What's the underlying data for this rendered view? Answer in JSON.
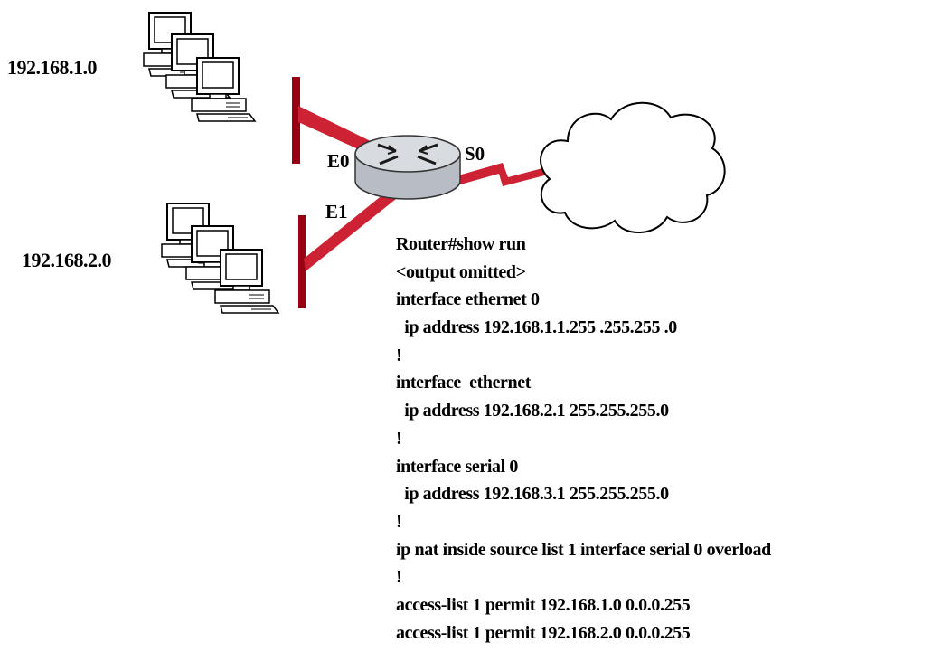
{
  "networks": {
    "lan1": "192.168.1.0",
    "lan2": "192.168.2.0"
  },
  "interfaces": {
    "e0": "E0",
    "e1": "E1",
    "s0": "S0"
  },
  "config_lines": [
    "Router#show run",
    "<output omitted>",
    "interface ethernet 0",
    "  ip address 192.168.1.1.255 .255.255 .0",
    "!",
    "interface  ethernet",
    "  ip address 192.168.2.1 255.255.255.0",
    "!",
    "interface serial 0",
    "  ip address 192.168.3.1 255.255.255.0",
    "!",
    "ip nat inside source list 1 interface serial 0 overload",
    "!",
    "access-list 1 permit 192.168.1.0 0.0.0.255",
    "access-list 1 permit 192.168.2.0 0.0.0.255"
  ],
  "colors": {
    "link": "#cc2233",
    "segment": "#990011",
    "router_body": "#b8bcc4",
    "router_top": "#d8dbe0"
  }
}
